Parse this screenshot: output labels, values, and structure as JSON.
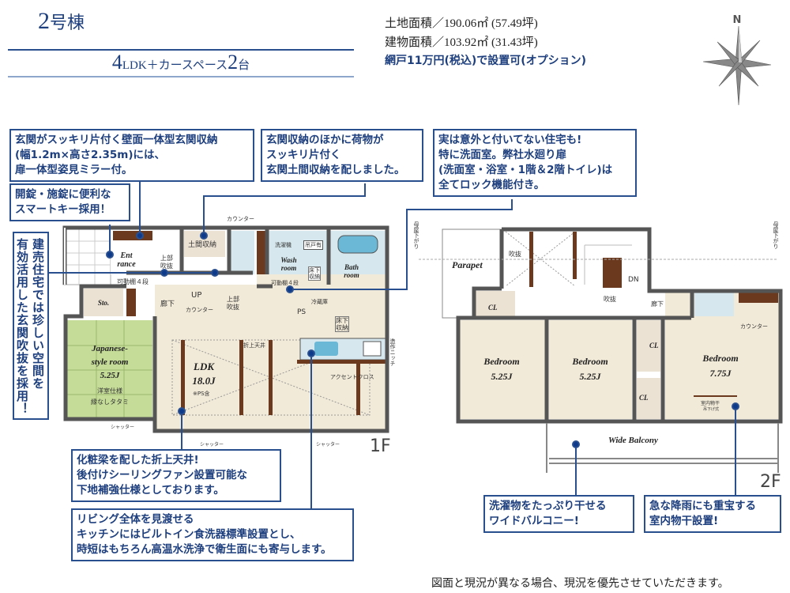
{
  "header": {
    "building_num": "2",
    "building_suffix": "号棟",
    "layout_num": "4",
    "layout_mid": "LDK＋カースペース",
    "parking_num": "2",
    "parking_suffix": "台"
  },
  "info": {
    "land_area": "土地面積／190.06㎡ (57.49坪)",
    "building_area": "建物面積／103.92㎡ (31.43坪)",
    "option": "網戸11万円(税込)で設置可(オプション)"
  },
  "compass": {
    "label": "N",
    "icon": "compass-rose-icon"
  },
  "callouts": {
    "entrance_storage": "玄関がスッキリ片付く壁面一体型玄関収納\n(幅1.2m×高さ2.35m)には、\n扉一体型姿見ミラー付。",
    "smart_key": "開錠・施錠に便利な\nスマートキー採用！",
    "void": "建売住宅では珍しい空間を\n有効活用した玄関吹抜を採用！",
    "doma_storage": "玄関収納のほかに荷物が\nスッキリ片付く\n玄関土間収納を配しました。",
    "door_lock": "実は意外と付いてない住宅も!\n特に洗面室。弊社水廻り扉\n(洗面室・浴室・1階＆2階トイレ)は\n全てロック機能付き。",
    "ceiling": "化粧梁を配した折上天井!\n後付けシーリングファン設置可能な\n下地補強仕様としております。",
    "kitchen": "リビング全体を見渡せる\nキッチンにはビルトイン食洗器標準設置とし、\n時短はもちろん高温水洗浄で衛生面にも寄与します。",
    "balcony": "洗濯物をたっぷり干せる\nワイドバルコニー!",
    "indoor_dry": "急な降雨にも重宝する\n室内物干設置!"
  },
  "floor1": {
    "label": "1F",
    "entrance": "Ent\nrance",
    "void1": "上部\n吹抜",
    "shelf1": "可動棚４段",
    "doma": "土間収納",
    "counter1": "カウンター",
    "washer": "洗濯機",
    "cabinet": "吊戸有",
    "wash_room": "Wash\nroom",
    "underfloor1": "床下\n収納",
    "shelf2": "可動棚４段",
    "bath_room": "Bath\nroom",
    "storage": "Sto.",
    "hall": "廊下",
    "up": "UP",
    "counter2": "カウンター",
    "void2": "上部\n吹抜",
    "ps": "PS",
    "fridge": "冷蔵庫",
    "underfloor2": "床下\n収納",
    "ceiling": "折上天井",
    "niche": "造作ニッチ",
    "japanese_room": "Japanese-\nstyle room\n5.25J",
    "japanese_note": "洋室仕様\n縁なしタタミ",
    "ldk": "LDK\n18.0J",
    "ldk_note": "※PS含",
    "accent": "アクセントクロス",
    "shutter": "シャッター"
  },
  "floor2": {
    "label": "2F",
    "parapet": "Parapet",
    "void": "吹抜",
    "void2": "吹抜",
    "dn": "DN",
    "hall": "廊下",
    "roof": "母屋下がり",
    "cl": "CL",
    "counter": "カウンター",
    "bedroom1": "Bedroom\n5.25J",
    "bedroom2": "Bedroom\n5.25J",
    "bedroom3": "Bedroom\n7.75J",
    "dryer": "室内物干",
    "dryer_type": "吊下げ式",
    "balcony": "Wide Balcony"
  },
  "footer": "図面と現況が異なる場合、現況を優先させていただきます。",
  "colors": {
    "accent": "#2a4f8f",
    "floor": "#f2ead8",
    "tatami": "#c5dc98",
    "water": "#d6e8ee",
    "wood": "#6b3a1e",
    "wall": "#555555"
  }
}
